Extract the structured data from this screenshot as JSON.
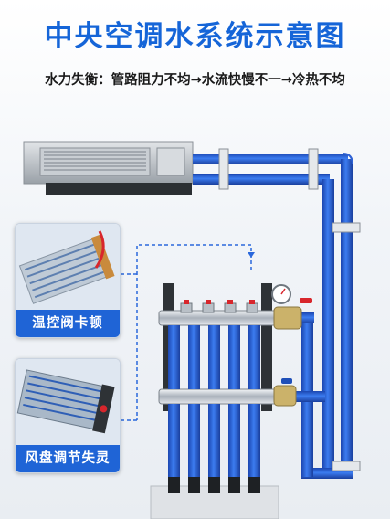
{
  "header": {
    "title": "中央空调水系统示意图",
    "subtitle": "水力失衡：管路阻力不均→水流快慢不一→冷热不均"
  },
  "callouts": [
    {
      "label": "温控阀卡顿"
    },
    {
      "label": "风盘调节失灵"
    }
  ],
  "colors": {
    "title_blue": "#1565d8",
    "pipe_blue": "#2b63d9",
    "label_bg": "#1f64d6",
    "valve_red": "#d8262c"
  },
  "icons": [
    "fan-coil-unit-icon",
    "manifold-icon",
    "pressure-gauge-icon",
    "valve-icon"
  ]
}
